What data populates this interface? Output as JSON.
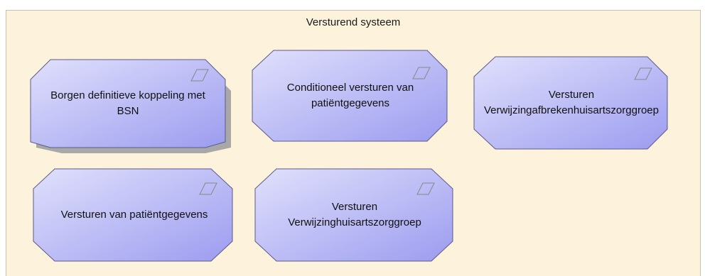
{
  "system": {
    "title": "Versturend systeem"
  },
  "functions": [
    {
      "line1": "Borgen definitieve koppeling met",
      "line2": "BSN",
      "icon": "application-function-icon"
    },
    {
      "line1": "Conditioneel versturen van",
      "line2": "patiëntgegevens",
      "icon": "application-function-icon"
    },
    {
      "line1": "Versturen",
      "line2": "Verwijzingafbrekenhuisartszorggroep",
      "icon": "application-function-icon"
    },
    {
      "line1": "Versturen van patiëntgegevens",
      "line2": "",
      "icon": "application-function-icon"
    },
    {
      "line1": "Versturen",
      "line2": "Verwijzinghuisartszorggroep",
      "icon": "application-function-icon"
    }
  ],
  "colors": {
    "container_fill": "#fdf3dc",
    "function_fill_light": "#dcdcfb",
    "function_fill_dark": "#a3a3f2",
    "function_border": "#5a5a8a",
    "shadow": "#a8a8a8"
  }
}
